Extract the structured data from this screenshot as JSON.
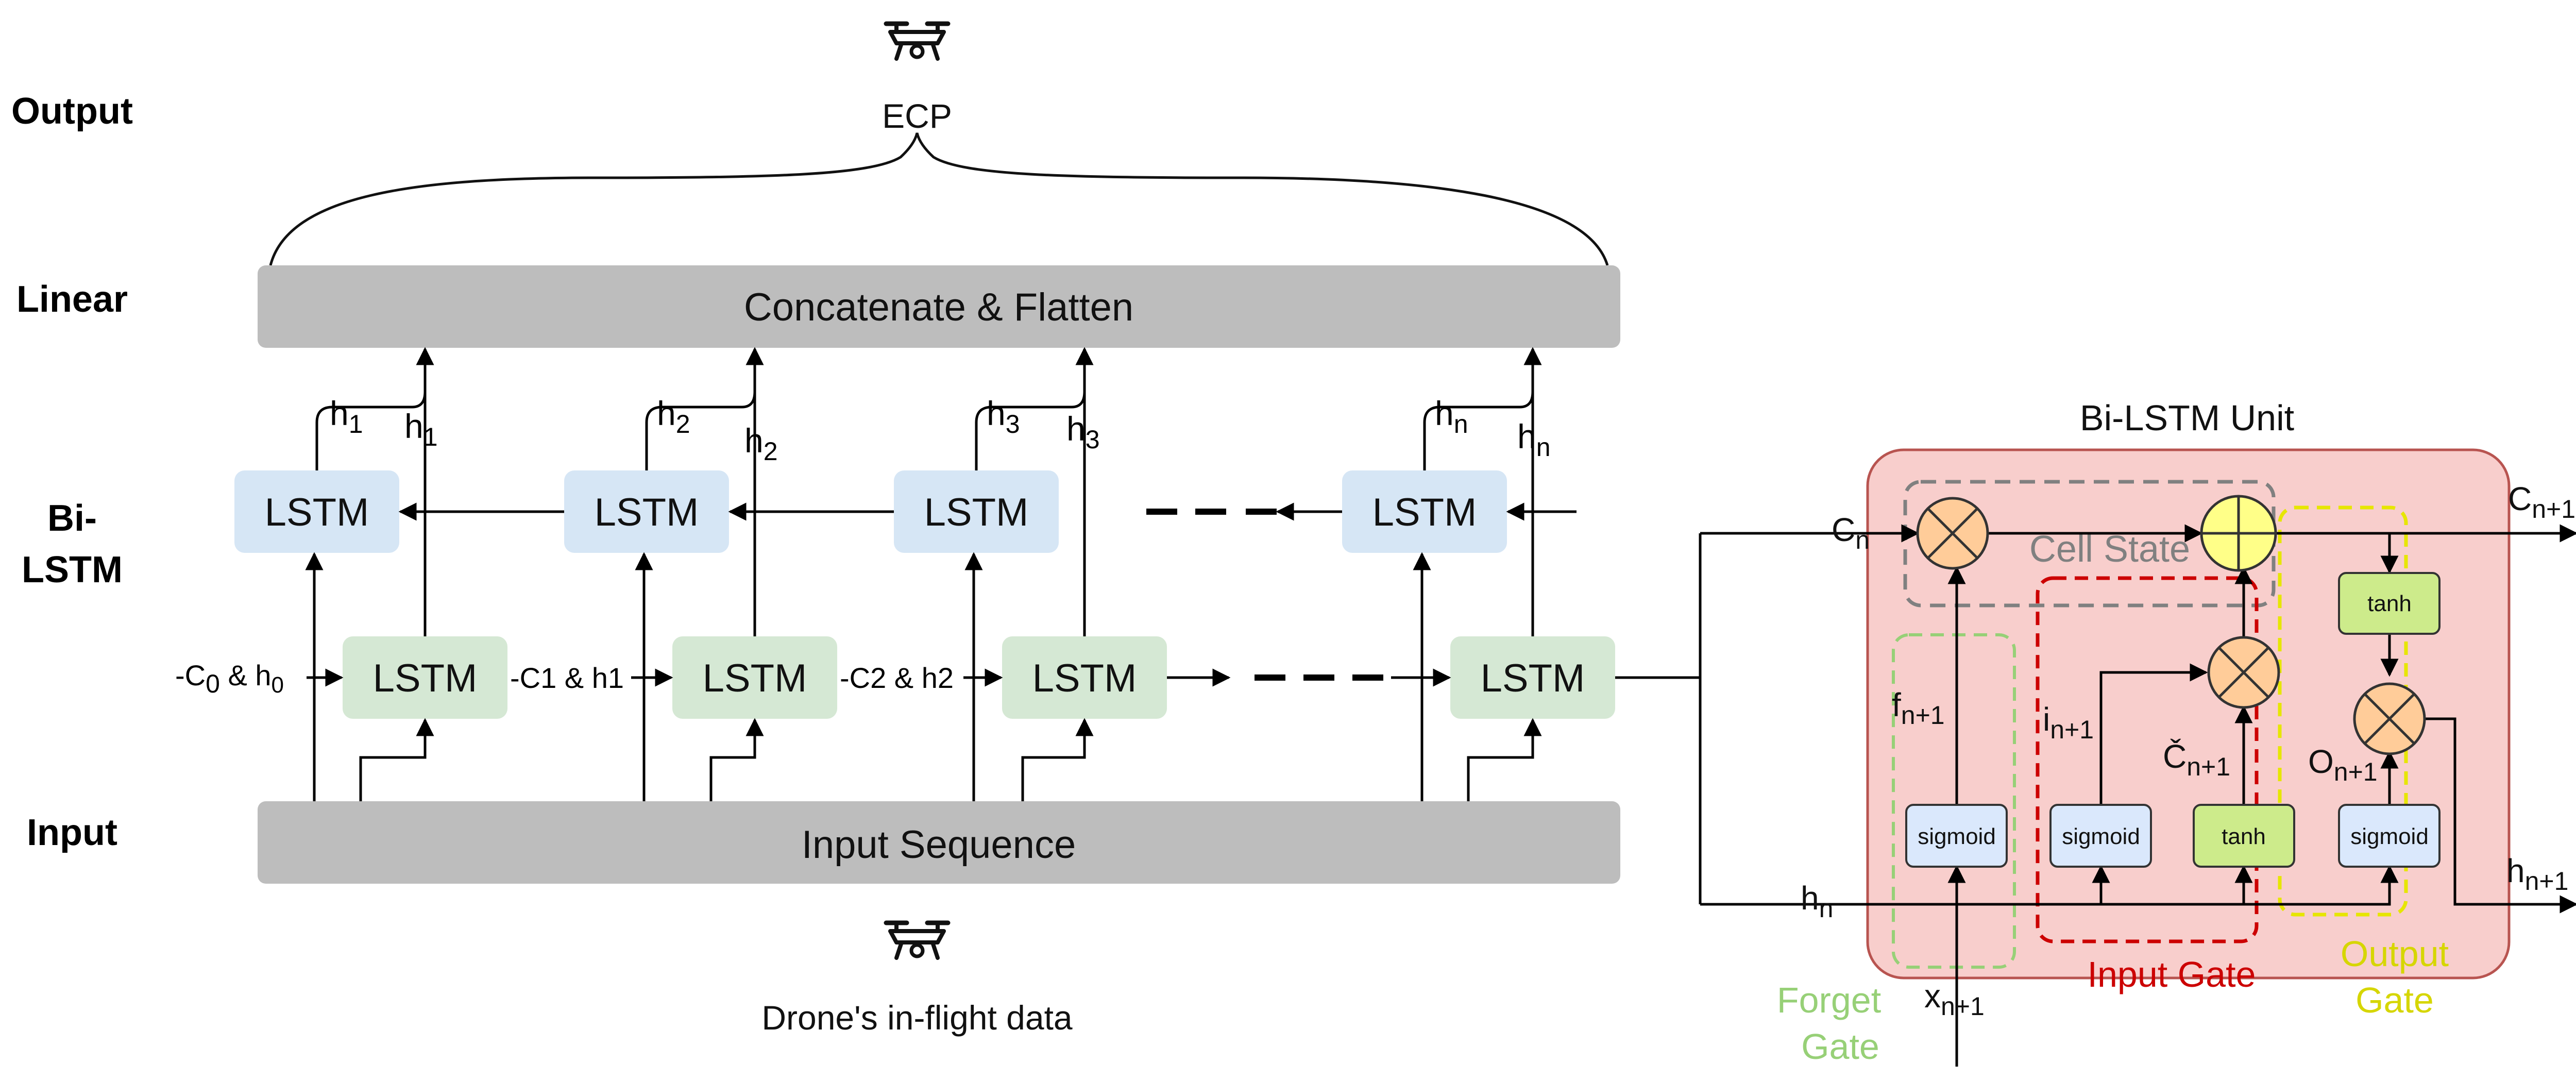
{
  "row_labels": {
    "output": "Output",
    "linear": "Linear",
    "bilstm_line1": "Bi-",
    "bilstm_line2": "LSTM",
    "input": "Input"
  },
  "main": {
    "ecp_label": "ECP",
    "concat_label": "Concatenate & Flatten",
    "input_seq_label": "Input Sequence",
    "drone_data_label": "Drone's in-flight data",
    "lstm_label": "LSTM",
    "h_labels": [
      {
        "base": "h",
        "sub": "1"
      },
      {
        "base": "h",
        "sub": "2"
      },
      {
        "base": "h",
        "sub": "3"
      },
      {
        "base": "h",
        "sub": "n"
      }
    ],
    "state_labels": {
      "s0_c": "-C",
      "s0_c_sub": "0",
      "s0_mid": " & h",
      "s0_h_sub": "0",
      "s1": "-C1 & h1",
      "s2": "-C2 & h2"
    }
  },
  "unit": {
    "title": "Bi-LSTM Unit",
    "cell_state": "Cell State",
    "sigmoid": "sigmoid",
    "tanh": "tanh",
    "forget_gate_line1": "Forget",
    "forget_gate_line2": "Gate",
    "input_gate": "Input Gate",
    "output_gate_line1": "Output",
    "output_gate_line2": "Gate",
    "c_n": {
      "base": "C",
      "sub": "n"
    },
    "c_n1": {
      "base": "C",
      "sub": "n+1"
    },
    "h_n": {
      "base": "h",
      "sub": "n"
    },
    "h_n1": {
      "base": "h",
      "sub": "n+1"
    },
    "x_n1": {
      "base": "x",
      "sub": "n+1"
    },
    "f_n1": {
      "base": "f",
      "sub": "n+1"
    },
    "i_n1": {
      "base": "i",
      "sub": "n+1"
    },
    "ct_n1": {
      "base": "Č",
      "sub": "n+1"
    },
    "o_n1": {
      "base": "O",
      "sub": "n+1"
    }
  },
  "colors": {
    "gray_box": "#bdbdbd",
    "lstm_blue": "#d6e6f5",
    "lstm_green": "#d5e8d4",
    "unit_bg": "#f8cecc",
    "unit_border": "#b85450",
    "orange_op": "#ffcc99",
    "yellow_op": "#ffff88",
    "sigmoid_box": "#dae8fc",
    "tanh_box": "#cdeb8b",
    "forget_green": "#97d077",
    "input_red": "#cc0000",
    "output_yellow": "#d6d600",
    "cell_gray": "#808080"
  },
  "icons": [
    "drone-icon"
  ]
}
